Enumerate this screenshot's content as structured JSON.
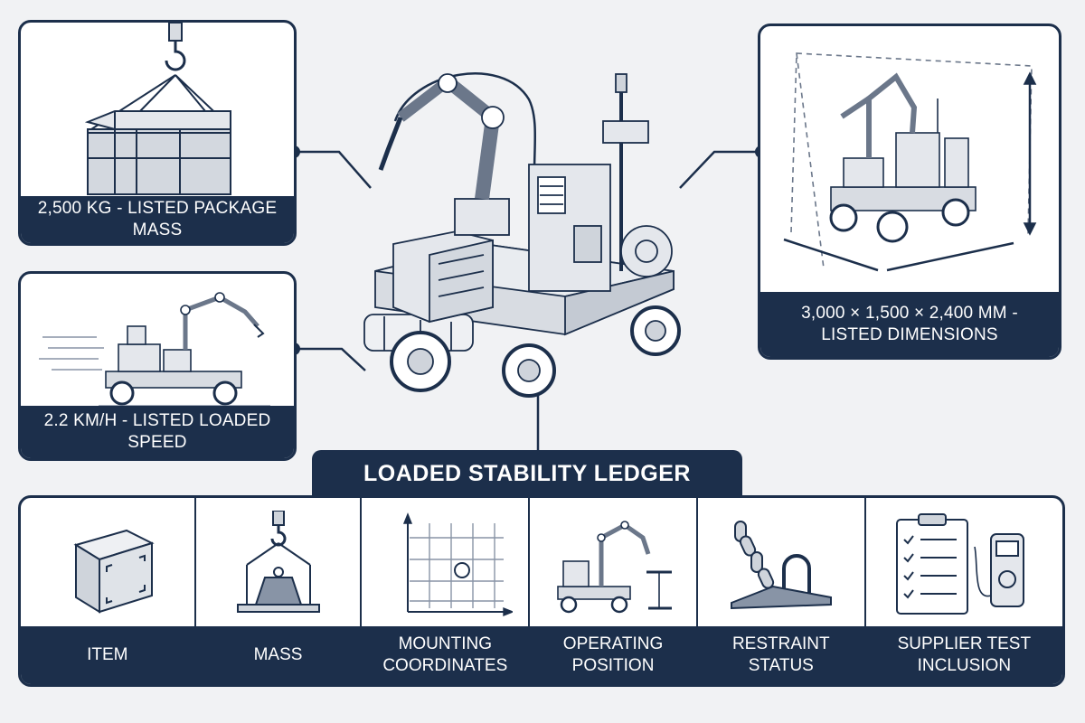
{
  "callouts": {
    "package_mass": "2,500 KG - LISTED PACKAGE MASS",
    "loaded_speed": "2.2 KM/H - LISTED LOADED SPEED",
    "dimensions": "3,000 × 1,500 × 2,400 MM - LISTED DIMENSIONS"
  },
  "ledger": {
    "title": "LOADED STABILITY LEDGER",
    "columns": [
      {
        "label": "ITEM",
        "icon": "crate-icon"
      },
      {
        "label": "MASS",
        "icon": "hanging-weight-icon"
      },
      {
        "label": "MOUNTING COORDINATES",
        "icon": "coordinate-grid-icon"
      },
      {
        "label": "OPERATING POSITION",
        "icon": "robot-cart-position-icon"
      },
      {
        "label": "RESTRAINT STATUS",
        "icon": "chain-restraint-icon"
      },
      {
        "label": "SUPPLIER TEST INCLUSION",
        "icon": "checklist-meter-icon"
      }
    ]
  },
  "colors": {
    "navy": "#1c2f4b",
    "background": "#f1f2f4",
    "panel": "#ffffff"
  }
}
